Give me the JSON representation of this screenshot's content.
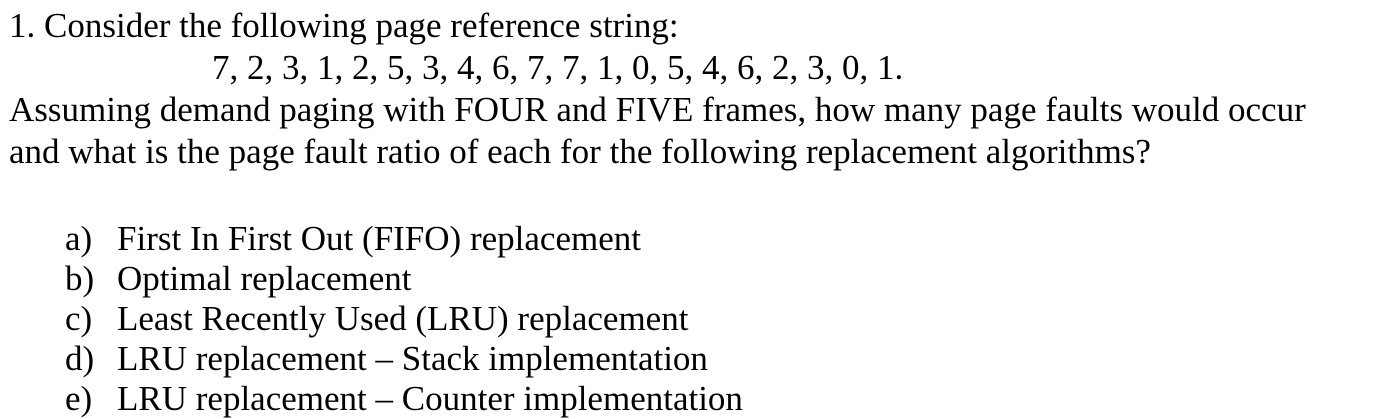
{
  "document": {
    "intro_line": "1. Consider the following page reference string:",
    "reference_string": "7, 2, 3, 1, 2, 5, 3, 4, 6, 7, 7, 1, 0, 5, 4, 6, 2, 3, 0, 1.",
    "question_lines": [
      "Assuming demand paging with FOUR and FIVE frames, how many page faults would occur",
      "and what is the page fault ratio of each for the following replacement algorithms?"
    ],
    "list": [
      {
        "marker": "a)",
        "text": "First In First Out (FIFO) replacement"
      },
      {
        "marker": "b)",
        "text": "Optimal replacement"
      },
      {
        "marker": "c)",
        "text": "Least Recently Used (LRU) replacement"
      },
      {
        "marker": "d)",
        "text": "LRU replacement – Stack implementation"
      },
      {
        "marker": "e)",
        "text": "LRU replacement – Counter implementation"
      }
    ],
    "colors": {
      "text": "#000000",
      "background": "#ffffff"
    }
  }
}
